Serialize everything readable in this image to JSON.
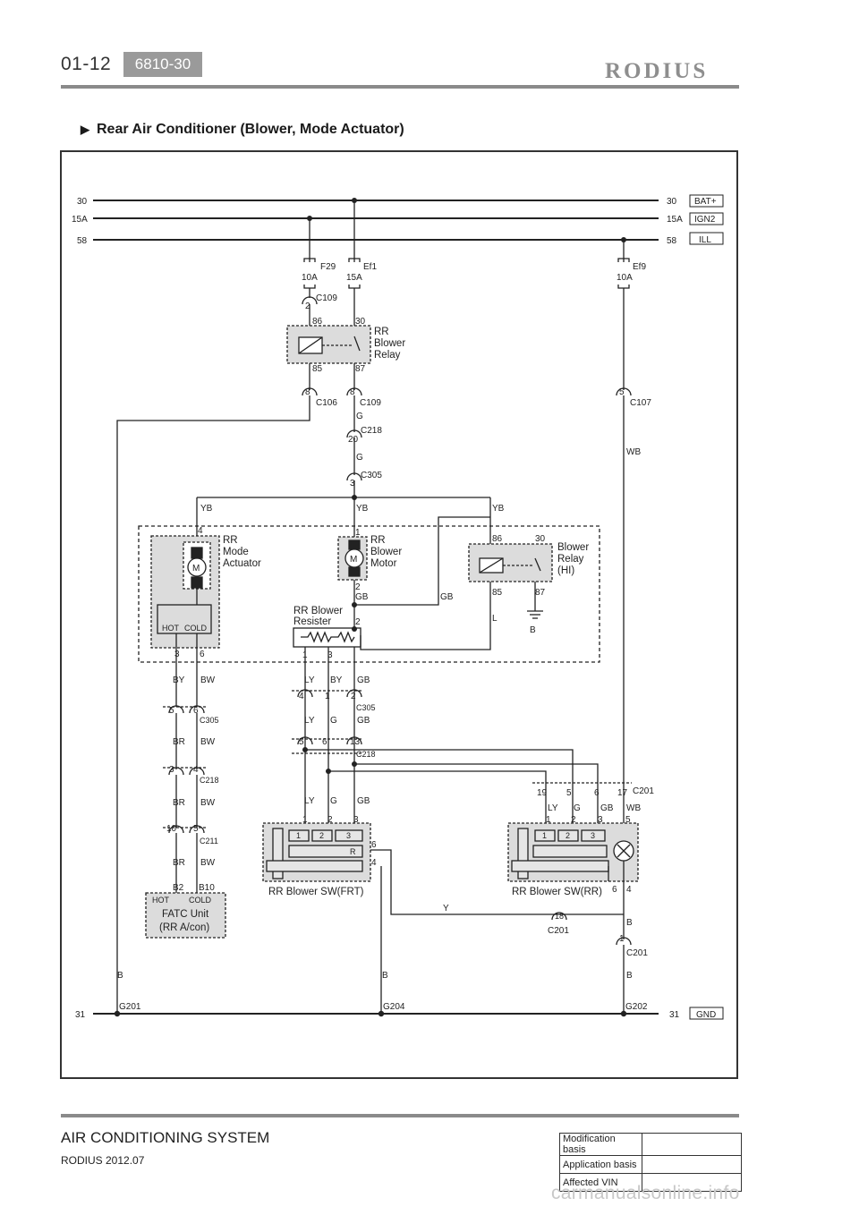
{
  "header": {
    "page_number": "01-12",
    "section_code": "6810-30",
    "brand": "RODIUS"
  },
  "title": "Rear Air Conditioner (Blower, Mode Actuator)",
  "buses": {
    "b30": {
      "left": "30",
      "right": "30",
      "tag": "BAT+"
    },
    "b15": {
      "left": "15A",
      "right": "15A",
      "tag": "IGN2"
    },
    "b58": {
      "left": "58",
      "right": "58",
      "tag": "ILL"
    },
    "b31": {
      "left": "31",
      "right": "31",
      "tag": "GND"
    }
  },
  "fuses": {
    "f29": {
      "name": "F29",
      "rating": "10A"
    },
    "ef1": {
      "name": "Ef1",
      "rating": "15A"
    },
    "ef9": {
      "name": "Ef9",
      "rating": "10A"
    }
  },
  "components": {
    "rr_blower_relay": [
      "RR",
      "Blower",
      "Relay"
    ],
    "rr_mode_actuator": [
      "RR",
      "Mode",
      "Actuator"
    ],
    "rr_blower_motor": [
      "RR",
      "Blower",
      "Motor"
    ],
    "blower_relay_hi": [
      "Blower",
      "Relay",
      "(HI)"
    ],
    "rr_blower_resister": [
      "RR Blower",
      "Resister"
    ],
    "fatc_unit": [
      "FATC Unit",
      "(RR A/con)"
    ],
    "sw_frt": "RR Blower SW(FRT)",
    "sw_rr": "RR Blower SW(RR)",
    "motor_symbol": "M",
    "hot": "HOT",
    "cold": "COLD",
    "r_label": "R"
  },
  "connectors": {
    "c109": "C109",
    "c106": "C106",
    "c107": "C107",
    "c218": "C218",
    "c305": "C305",
    "c211": "C211",
    "c201": "C201"
  },
  "pins": {
    "n1": "1",
    "n2": "2",
    "n3": "3",
    "n4": "4",
    "n5": "5",
    "n6": "6",
    "n8": "8",
    "n10": "10",
    "n13": "13",
    "n17": "17",
    "n18": "18",
    "n19": "19",
    "n20": "20",
    "r30": "30",
    "r85": "85",
    "r86": "86",
    "r87": "87",
    "b2": "B2",
    "b10": "B10"
  },
  "wires": {
    "G": "G",
    "WB": "WB",
    "YB": "YB",
    "GB": "GB",
    "L": "L",
    "B": "B",
    "LY": "LY",
    "BY": "BY",
    "BW": "BW",
    "BR": "BR",
    "Y": "Y"
  },
  "grounds": {
    "g201": "G201",
    "g204": "G204",
    "g202": "G202"
  },
  "footer": {
    "system": "AIR CONDITIONING SYSTEM",
    "model": "RODIUS 2012.07",
    "basis_rows": [
      {
        "label": "Modification basis",
        "value": ""
      },
      {
        "label": "Application basis",
        "value": ""
      },
      {
        "label": "Affected VIN",
        "value": ""
      }
    ]
  },
  "watermark": "carmanualsonline.info"
}
